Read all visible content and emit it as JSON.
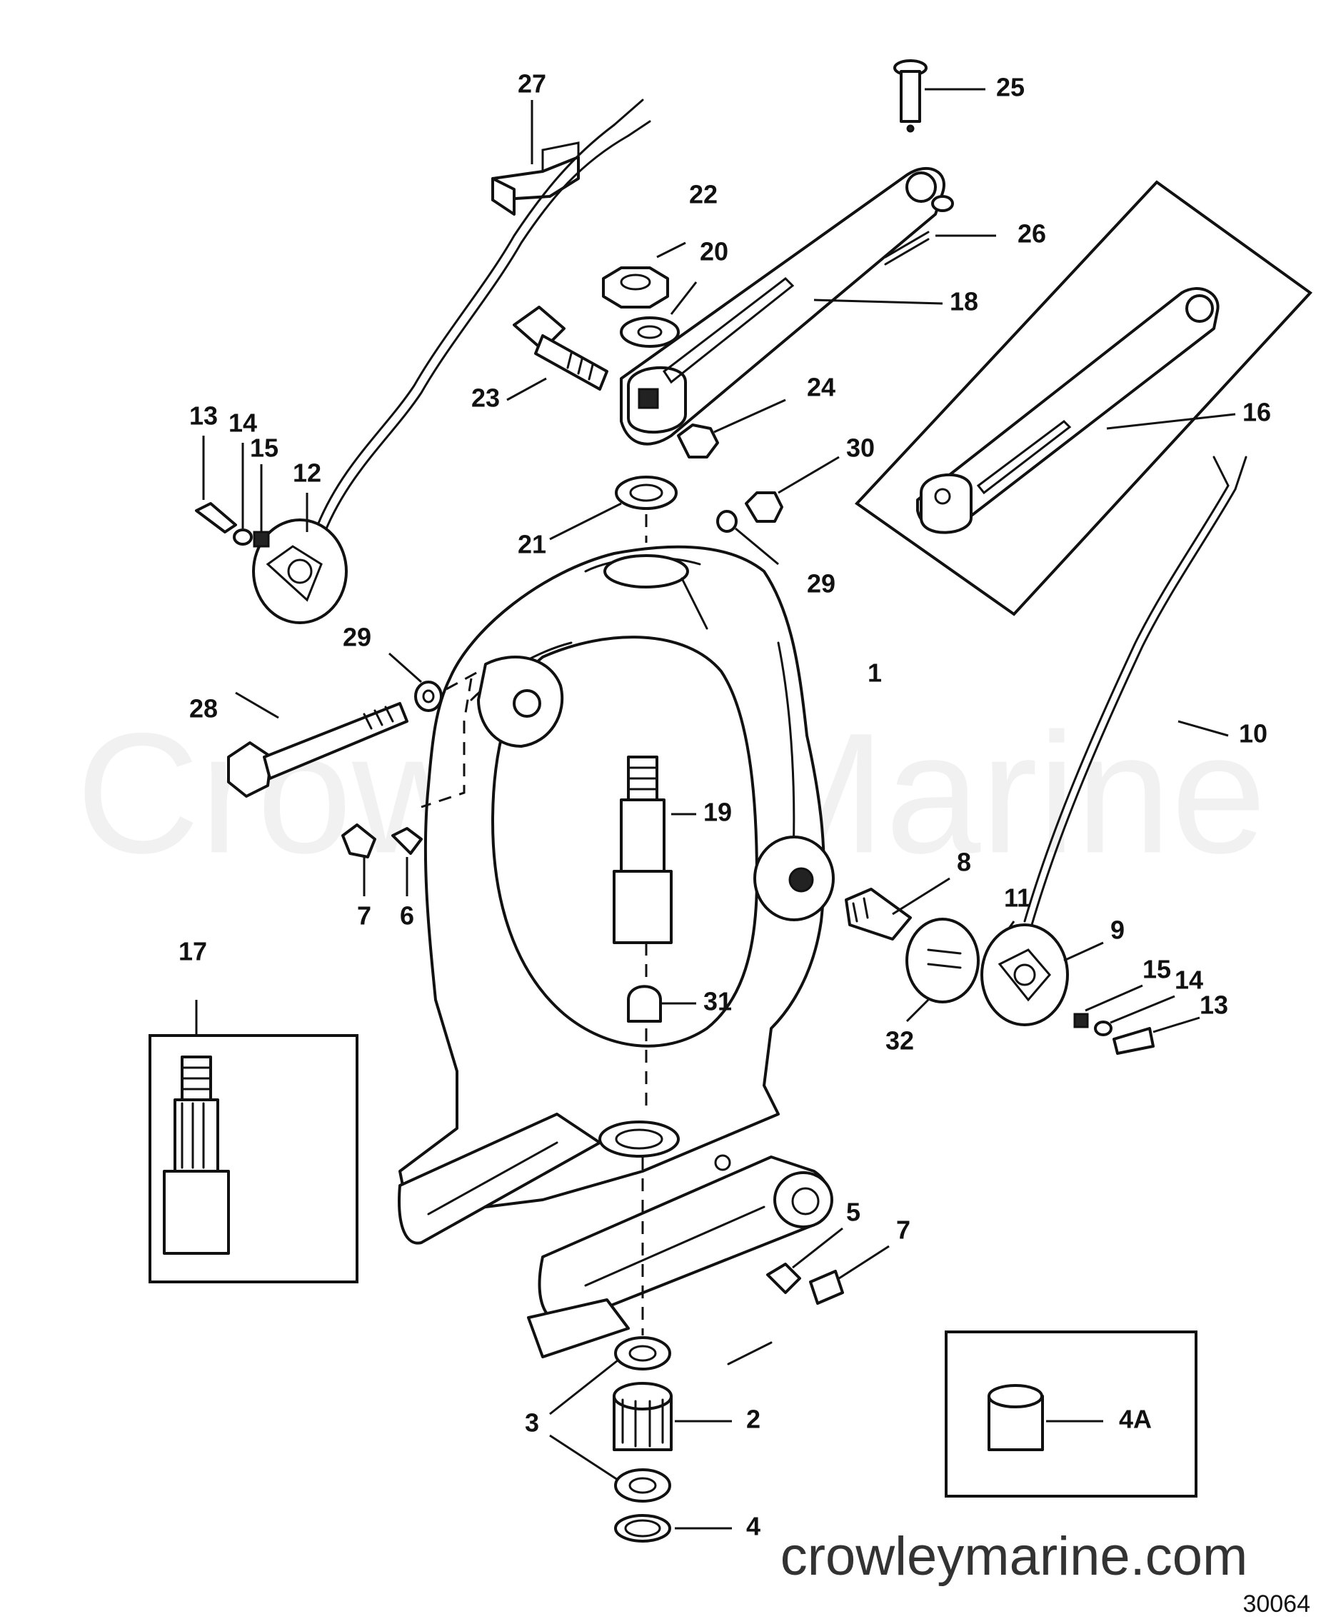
{
  "watermark": {
    "main": "Crowley Marine",
    "url": "crowleymarine.com"
  },
  "reference_number": "30064",
  "callouts": {
    "c1": "1",
    "c2": "2",
    "c3": "3",
    "c4": "4",
    "c4a": "4A",
    "c5": "5",
    "c6": "6",
    "c7a": "7",
    "c7b": "7",
    "c8": "8",
    "c9": "9",
    "c10": "10",
    "c11": "11",
    "c12": "12",
    "c13a": "13",
    "c13b": "13",
    "c14a": "14",
    "c14b": "14",
    "c15a": "15",
    "c15b": "15",
    "c16": "16",
    "c17": "17",
    "c18": "18",
    "c19": "19",
    "c20": "20",
    "c21": "21",
    "c22": "22",
    "c23": "23",
    "c24": "24",
    "c25": "25",
    "c26": "26",
    "c27": "27",
    "c28": "28",
    "c29a": "29",
    "c29b": "29",
    "c30": "30",
    "c31": "31",
    "c32": "32"
  },
  "colors": {
    "line": "#111111",
    "paper": "#ffffff",
    "watermark": "#f1f1f1"
  }
}
